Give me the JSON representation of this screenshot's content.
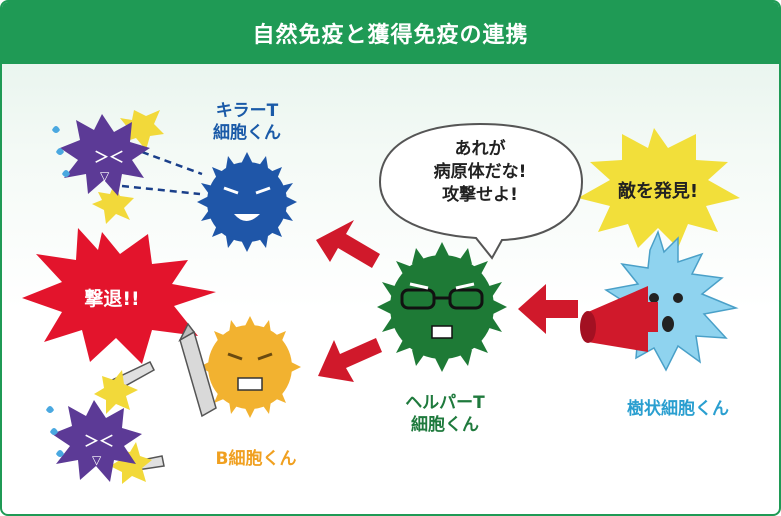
{
  "header": {
    "title": "自然免疫と獲得免疫の連携"
  },
  "labels": {
    "killer_t": [
      "キラーT",
      "細胞くん"
    ],
    "helper_t": [
      "ヘルパーT",
      "細胞くん"
    ],
    "b_cell": "B細胞くん",
    "dendritic": "樹状細胞くん"
  },
  "bubble": {
    "lines": [
      "あれが",
      "病原体だな!",
      "攻撃せよ!"
    ]
  },
  "bursts": {
    "discover": "敵を発見!",
    "repel": "撃退!!"
  },
  "colors": {
    "header": "#1f9a55",
    "killer_t": "#1f56a8",
    "helper_t": "#1e7a36",
    "b_cell": "#f2b230",
    "dendritic": "#8fd3ef",
    "virus": "#5c3a96",
    "arrow": "#d0192b",
    "repel_burst": "#e3142c",
    "discover_burst": "#f2df3a"
  }
}
